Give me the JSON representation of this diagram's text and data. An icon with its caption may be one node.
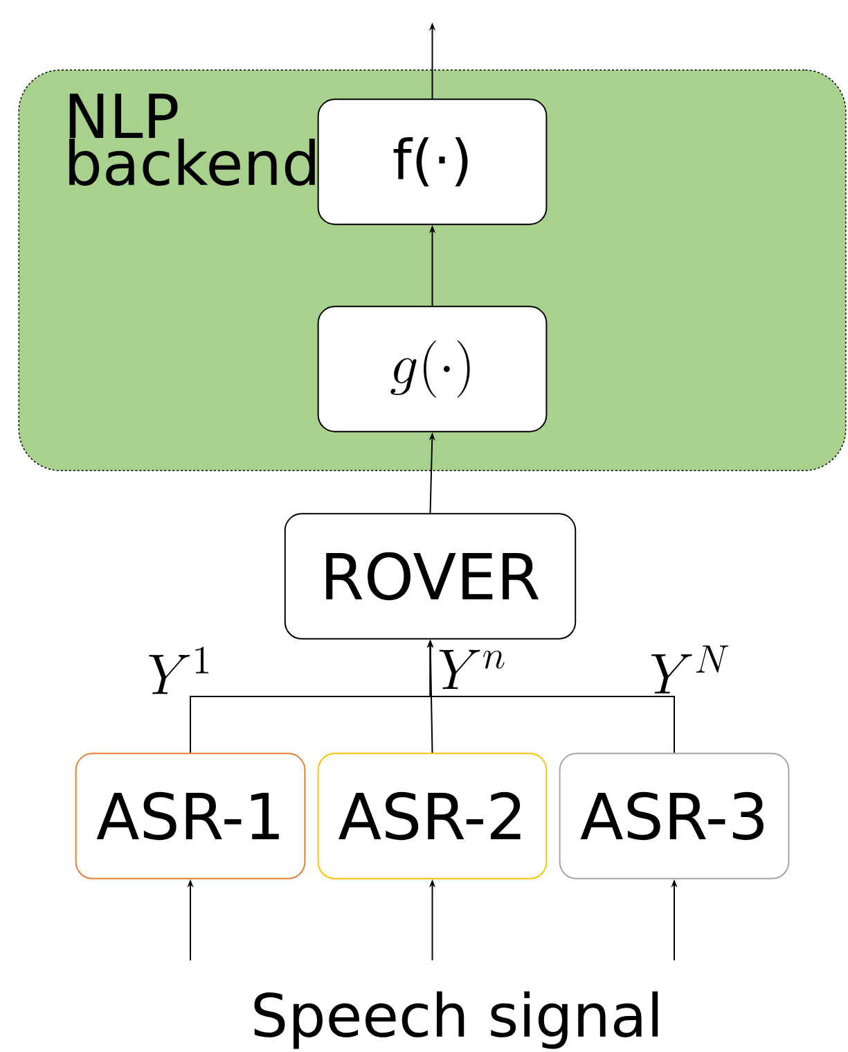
{
  "diagram": {
    "nodes": [
      {
        "text": [
          "NLP backend"
        ]
      },
      {
        "text": [
          "f(·)"
        ],
        "in": 0
      },
      {
        "text": [
          "g(\\cdot)"
        ],
        "in": 0
      },
      {
        "text": [
          "ROVER"
        ]
      },
      {
        "text": [
          "ASR-1"
        ]
      },
      {
        "text": [
          "ASR-2"
        ]
      },
      {
        "text": [
          "ASR-3"
        ]
      }
    ],
    "edges": [
      {
        "from": 1,
        "to": null,
        "arrow": "to"
      },
      {
        "from": 2,
        "to": 1,
        "arrow": "to"
      },
      {
        "from": 3,
        "to": 2,
        "arrow": "to"
      },
      {
        "from": 4,
        "to": 3,
        "arrow": "to",
        "label": "Y^1"
      },
      {
        "from": 5,
        "to": 3,
        "arrow": "to",
        "label": "Y^n"
      },
      {
        "from": 6,
        "to": 3,
        "arrow": "to",
        "label": "Y^N"
      },
      {
        "from": null,
        "to": 4,
        "arrow": "to"
      },
      {
        "from": null,
        "to": 5,
        "arrow": "to"
      },
      {
        "from": null,
        "to": 6,
        "arrow": "to"
      }
    ],
    "labels": [
      "Speech signal"
    ]
  }
}
